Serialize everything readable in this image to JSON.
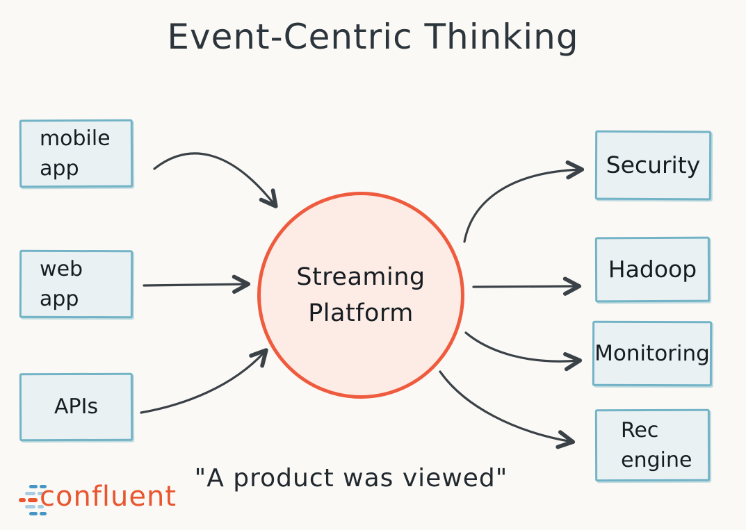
{
  "title": "Event-Centric Thinking",
  "caption": "\"A product was viewed\"",
  "nodes": {
    "sources": [
      {
        "id": "mobile-app",
        "lines": [
          "mobile",
          "app"
        ]
      },
      {
        "id": "web-app",
        "lines": [
          "web",
          "app"
        ]
      },
      {
        "id": "apis",
        "lines": [
          "APIs"
        ]
      }
    ],
    "hub": {
      "id": "streaming-platform",
      "lines": [
        "Streaming",
        "Platform"
      ]
    },
    "sinks": [
      {
        "id": "security",
        "lines": [
          "Security"
        ]
      },
      {
        "id": "hadoop",
        "lines": [
          "Hadoop"
        ]
      },
      {
        "id": "monitoring",
        "lines": [
          "Monitoring"
        ]
      },
      {
        "id": "rec-engine",
        "lines": [
          "Rec",
          "engine"
        ]
      }
    ]
  },
  "edges": [
    {
      "from": "mobile-app",
      "to": "streaming-platform"
    },
    {
      "from": "web-app",
      "to": "streaming-platform"
    },
    {
      "from": "apis",
      "to": "streaming-platform"
    },
    {
      "from": "streaming-platform",
      "to": "security"
    },
    {
      "from": "streaming-platform",
      "to": "hadoop"
    },
    {
      "from": "streaming-platform",
      "to": "monitoring"
    },
    {
      "from": "streaming-platform",
      "to": "rec-engine"
    }
  ],
  "logo": {
    "text": "confluent"
  },
  "colors": {
    "background": "#faf9f5",
    "ink": "#2c343c",
    "box_border": "#73b3c6",
    "box_fill": "#e9f1f3",
    "hub_border": "#ef5b3e",
    "hub_fill": "#fcece5",
    "arrow": "#3a4147",
    "logo_orange": "#e8552e",
    "logo_blue": "#4795c5",
    "logo_light_blue": "#a6cde1"
  }
}
